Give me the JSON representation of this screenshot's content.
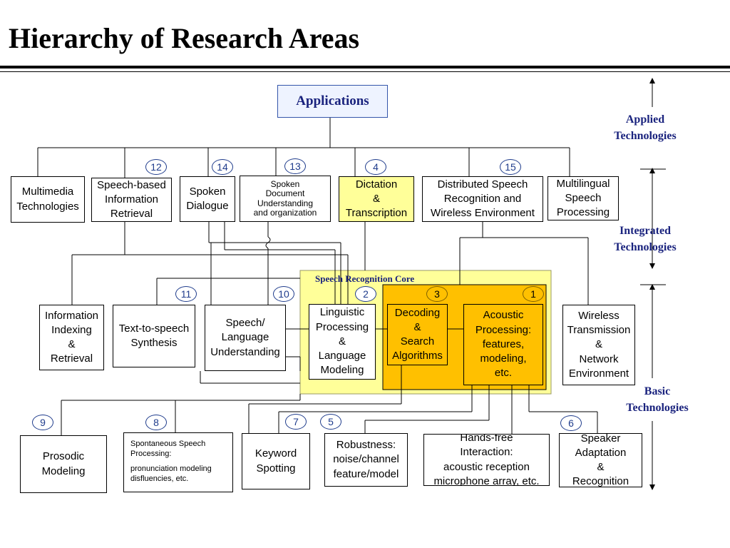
{
  "title": "Hierarchy of Research Areas",
  "applications": "Applications",
  "tiers": {
    "applied": "Applied\nTechnologies",
    "integrated": "Integrated\nTechnologies",
    "basic": "Basic\nTechnologies"
  },
  "core_label": "Speech Recognition Core",
  "integrated_boxes": {
    "multimedia": "Multimedia\nTechnologies",
    "speech_ir": "Speech-based\nInformation\nRetrieval",
    "dialogue": "Spoken\nDialogue",
    "sdu": "Spoken\nDocument\nUnderstanding\nand organization",
    "dictation": "Dictation\n&\nTranscription",
    "distributed": "Distributed Speech\nRecognition and\nWireless Environment",
    "multilingual": "Multilingual\nSpeech\nProcessing"
  },
  "middle_boxes": {
    "indexing": "Information\nIndexing\n&\nRetrieval",
    "tts": "Text-to-speech\nSynthesis",
    "slu": "Speech/\nLanguage\nUnderstanding",
    "linguistic": "Linguistic\nProcessing\n&\nLanguage\nModeling",
    "decoding": "Decoding\n&\nSearch\nAlgorithms",
    "acoustic": "Acoustic\nProcessing:\nfeatures,\nmodeling,\netc.",
    "wireless": "Wireless\nTransmission\n&\nNetwork\nEnvironment"
  },
  "basic_boxes": {
    "prosodic": "Prosodic\nModeling",
    "spontaneous_line1": "Spontaneous Speech\nProcessing:",
    "spontaneous_line2": "pronunciation modeling\ndisfluencies, etc.",
    "keyword": "Keyword\nSpotting",
    "robustness": "Robustness:\nnoise/channel\nfeature/model",
    "handsfree": "Hands-free\nInteraction:\nacoustic reception\nmicrophone array, etc.",
    "speaker": "Speaker\nAdaptation\n&\nRecognition"
  },
  "badges": {
    "b12": "12",
    "b14": "14",
    "b13": "13",
    "b4": "4",
    "b15": "15",
    "b11": "11",
    "b10": "10",
    "b2": "2",
    "b3": "3",
    "b1": "1",
    "b9": "9",
    "b8": "8",
    "b7": "7",
    "b5": "5",
    "b6": "6"
  },
  "colors": {
    "core_fill": "#ffff99",
    "decoding_fill": "#ffc000",
    "tier_text": "#1a237e",
    "badge_border": "#1f3c8c"
  }
}
